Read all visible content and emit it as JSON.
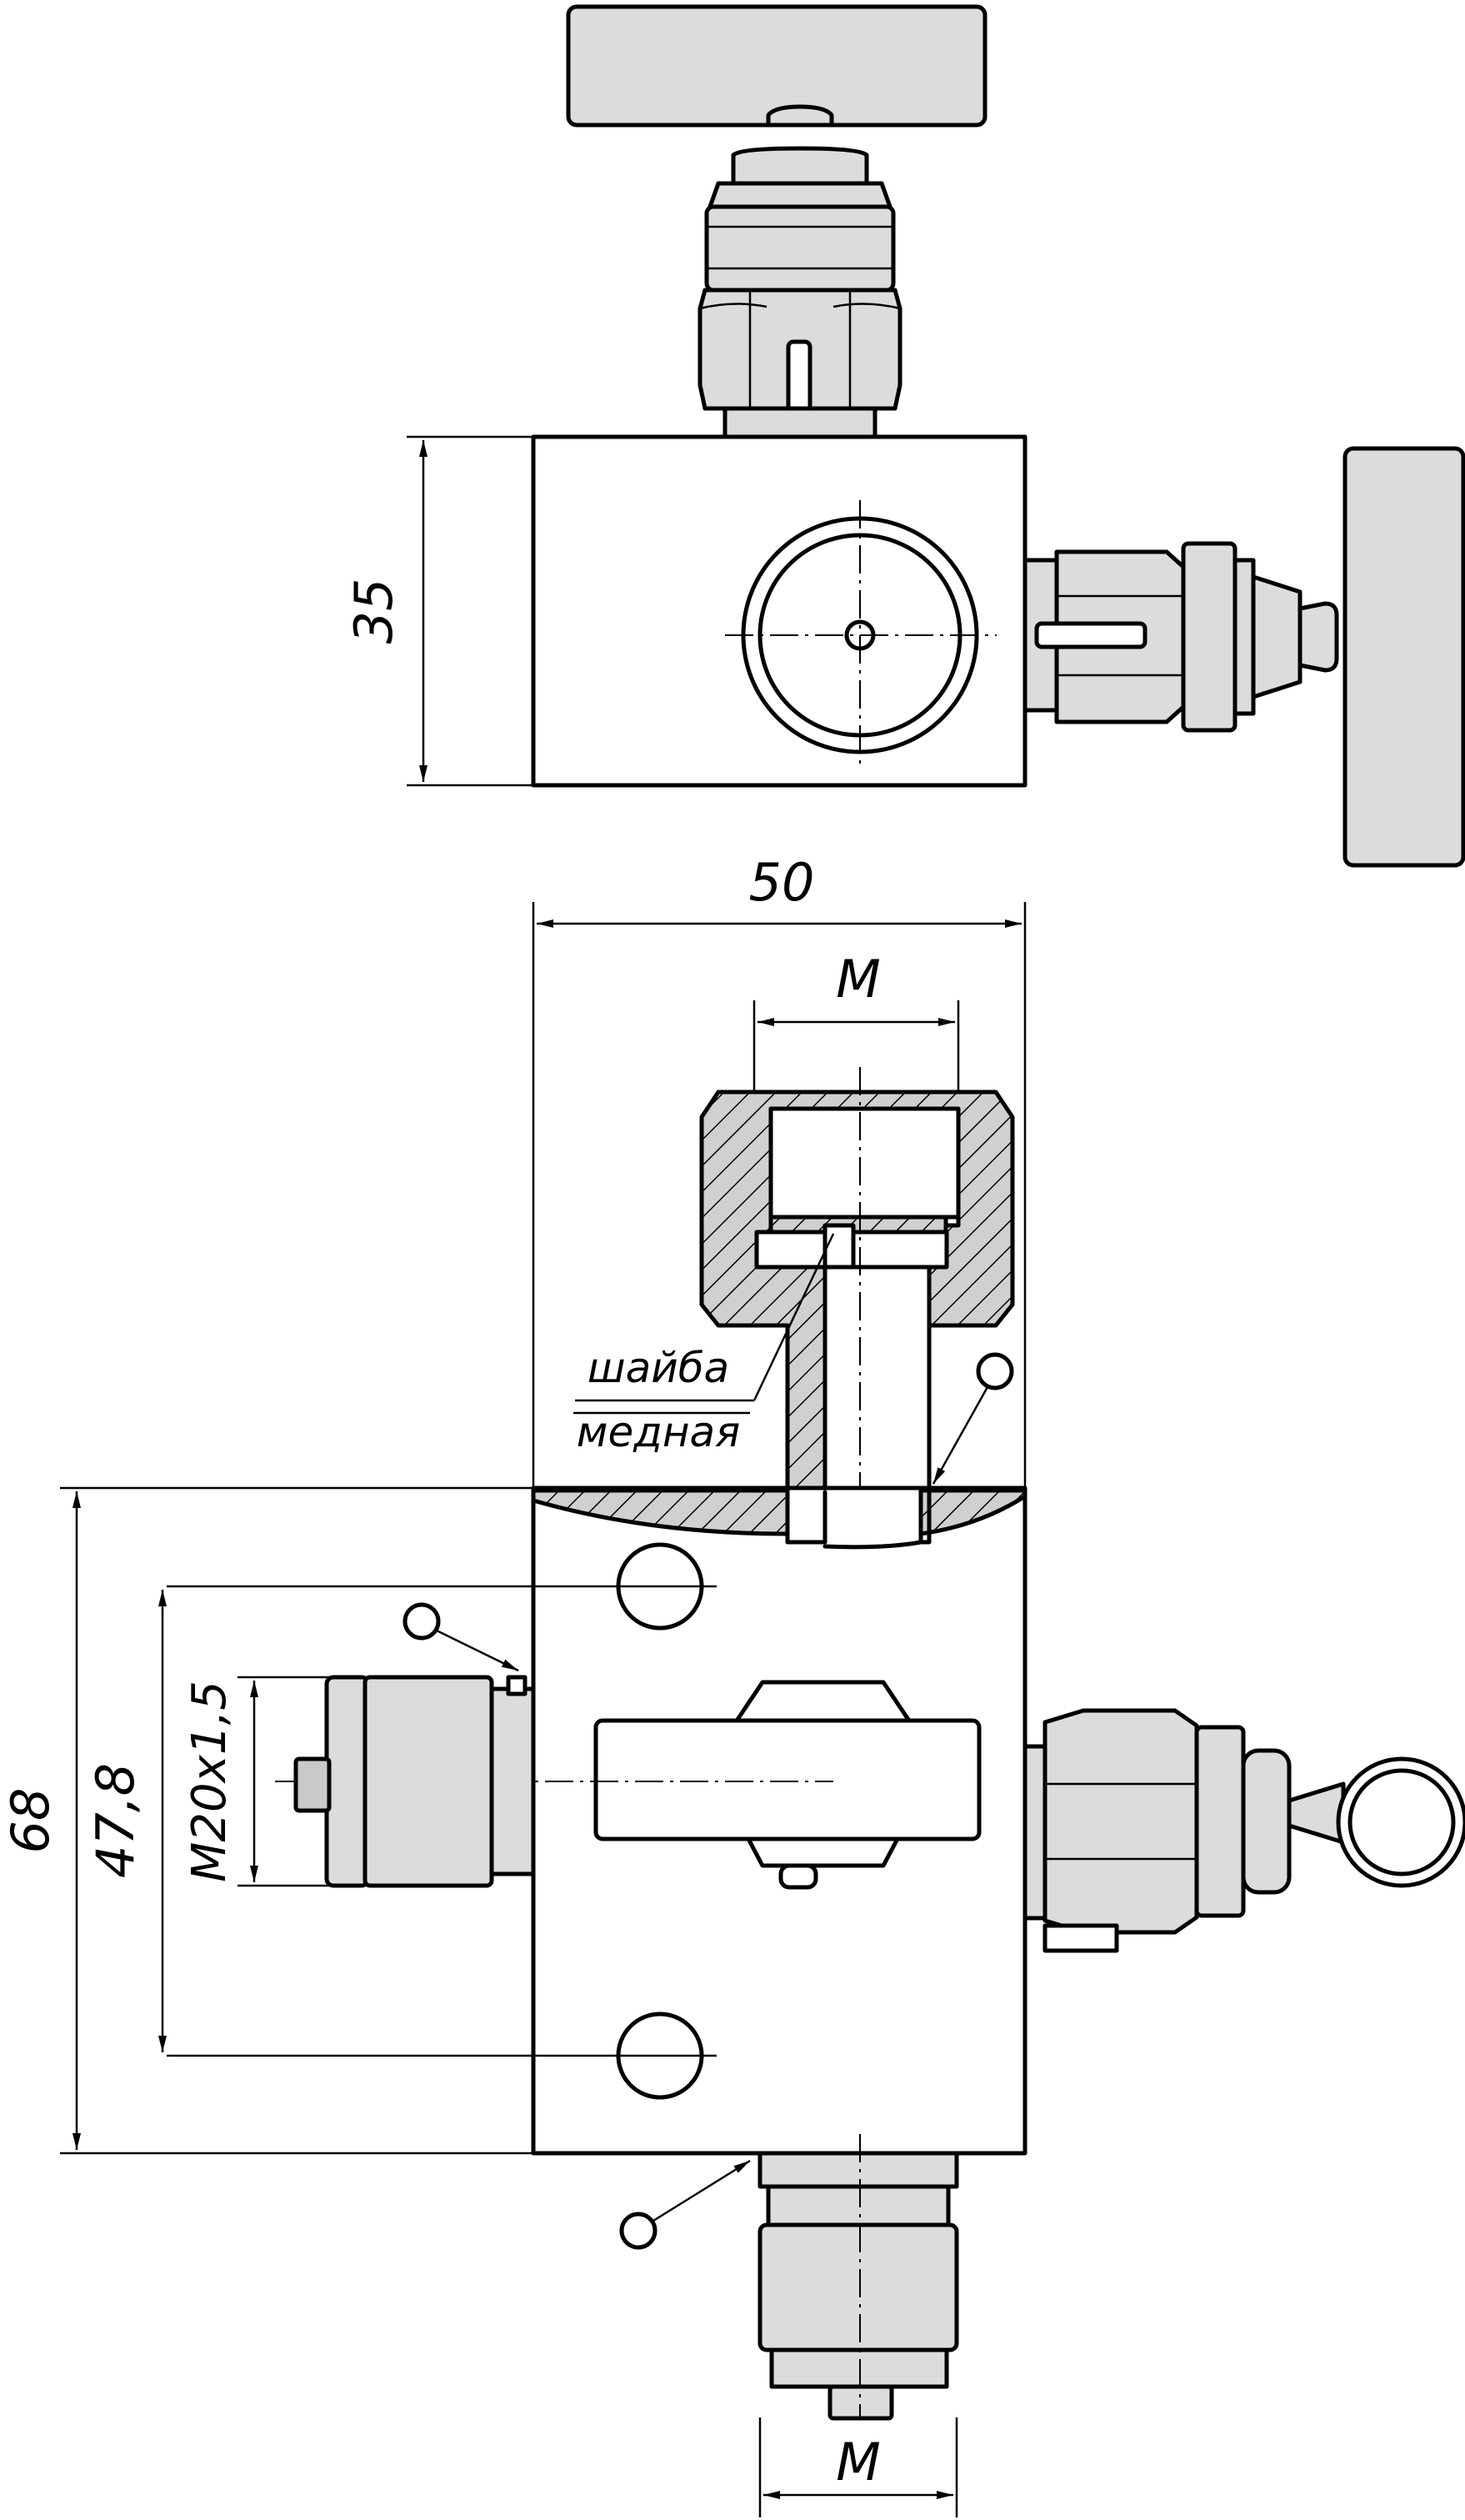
{
  "dimensions": {
    "top_height": "35",
    "width": "50",
    "thread_top": "M",
    "thread_bottom": "M",
    "height_total": "68",
    "hole_spacing": "47,8",
    "thread_side": "M20x1,5"
  },
  "labels": {
    "washer_line1": "шайба",
    "washer_line2": "медная"
  }
}
